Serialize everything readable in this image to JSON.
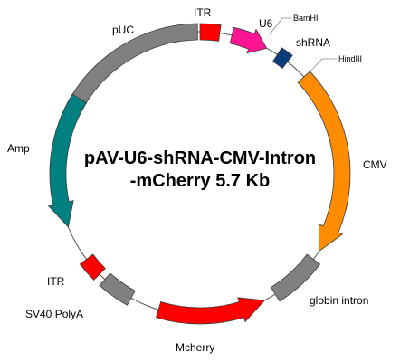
{
  "title_line1": "pAV-U6-shRNA-CMV-Intron",
  "title_line2": "-mCherry  5.7 Kb",
  "features": [
    {
      "name": "pUC",
      "color": "#808080",
      "shape": "box"
    },
    {
      "name": "ITR",
      "color": "#ff0000",
      "shape": "box"
    },
    {
      "name": "U6",
      "color": "#ff1493",
      "shape": "arrow-clockwise"
    },
    {
      "name": "shRNA",
      "color": "#0b3d7a",
      "shape": "box"
    },
    {
      "name": "CMV",
      "color": "#ff8c00",
      "shape": "arrow-clockwise"
    },
    {
      "name": "globin intron",
      "color": "#808080",
      "shape": "box"
    },
    {
      "name": "Mcherry",
      "color": "#ff0000",
      "shape": "arrow-counterclockwise"
    },
    {
      "name": "SV40 PolyA",
      "color": "#808080",
      "shape": "box"
    },
    {
      "name": "ITR",
      "color": "#ff0000",
      "shape": "box"
    },
    {
      "name": "Amp",
      "color": "#008080",
      "shape": "arrow-counterclockwise"
    }
  ],
  "sites": [
    "BamHI",
    "HindIII"
  ]
}
